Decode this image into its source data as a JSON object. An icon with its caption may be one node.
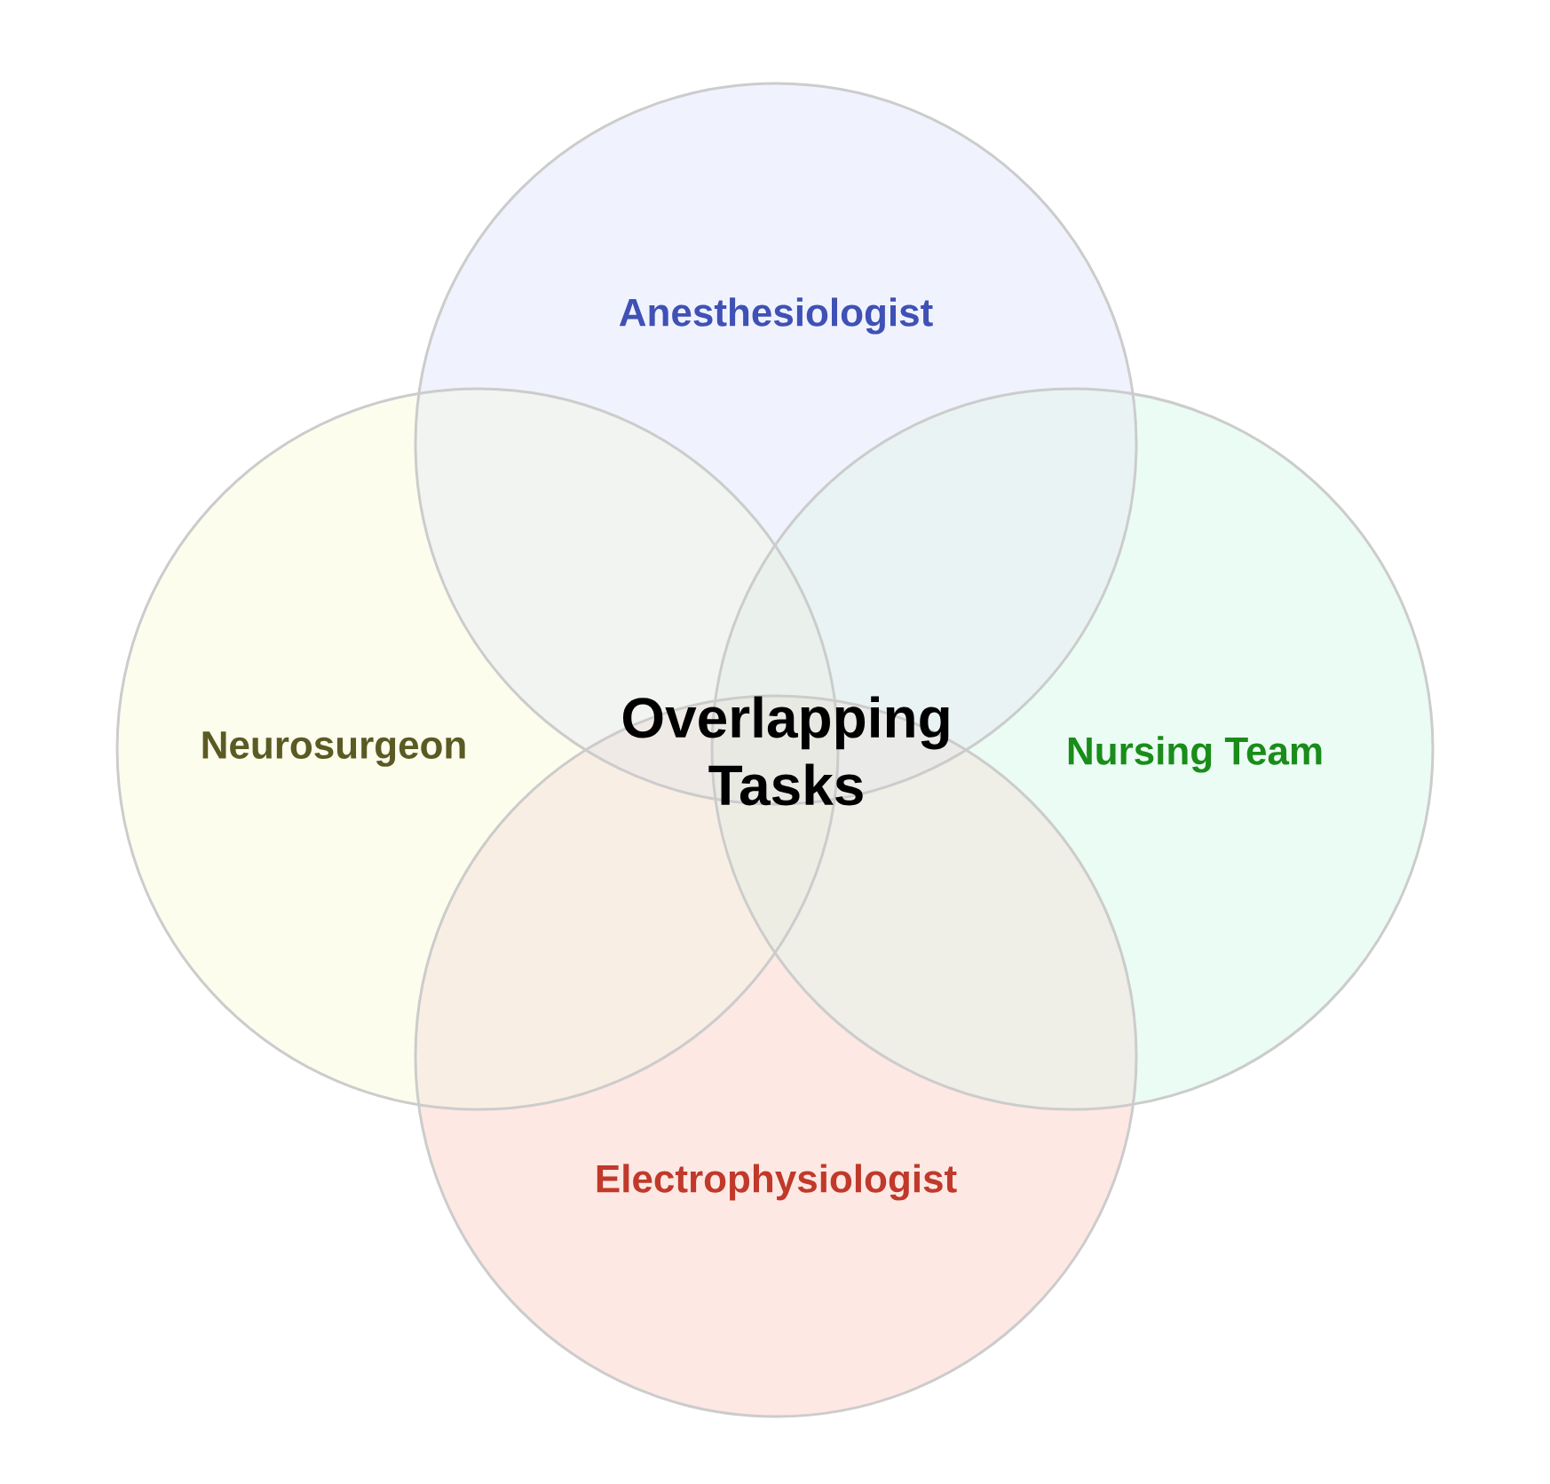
{
  "diagram": {
    "nodes": [
      {
        "text": [
          "Anesthesiologist"
        ]
      },
      {
        "text": [
          "Neurosurgeon"
        ]
      },
      {
        "text": [
          "Nursing Team"
        ]
      },
      {
        "text": [
          "Electrophysiologist"
        ]
      }
    ],
    "labels": [
      "Overlapping Tasks"
    ]
  }
}
